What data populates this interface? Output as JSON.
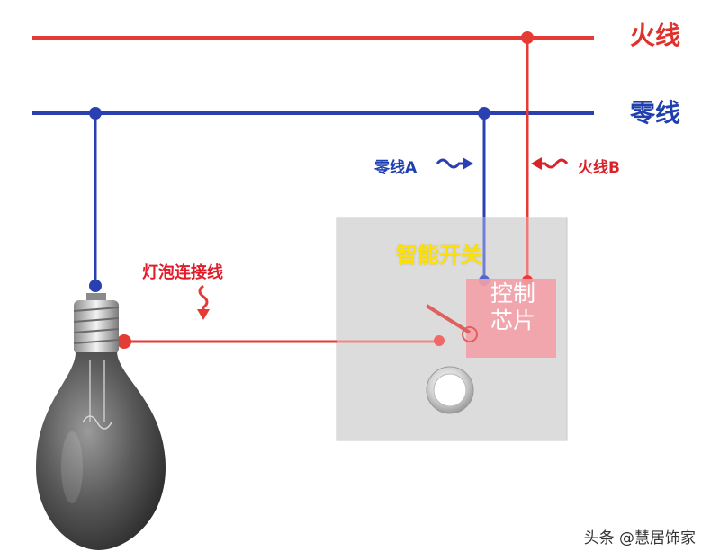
{
  "labels": {
    "live_line": "火线",
    "neutral_line": "零线",
    "neutral_a": "零线A",
    "live_b": "火线B",
    "bulb_wire": "灯泡连接线",
    "smart_switch": "智能开关",
    "control_chip": "控制芯片",
    "watermark": "头条 @慧居饰家"
  },
  "colors": {
    "live_red": "#e0302b",
    "neutral_blue": "#1f3fae",
    "switch_title_yellow": "#ffe100",
    "switch_panel": "#dcdcdc",
    "chip_pink": "#f3a0a8"
  },
  "icons": {
    "bulb": "light-bulb-icon",
    "switch_button": "round-push-button-icon",
    "wave": "tilde-wave-icon"
  }
}
